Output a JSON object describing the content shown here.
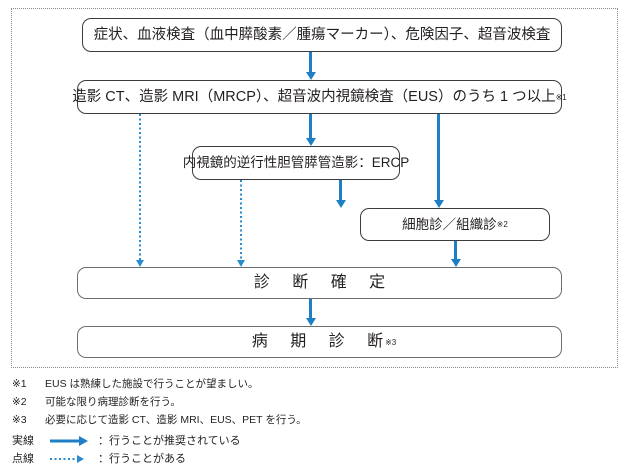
{
  "diagram": {
    "nodes": {
      "symptoms": "症状、血液検査（血中膵酸素／腫瘍マーカー）、危険因子、超音波検査",
      "imaging": "造影 CT、造影 MRI（MRCP）、超音波内視鏡検査（EUS）のうち 1 つ以上",
      "imaging_note": "※1",
      "ercp": "内視鏡的逆行性胆管膵管造影：ERCP",
      "cytology": "細胞診／組織診",
      "cytology_note": "※2",
      "diagnosis": "診 断 確 定",
      "staging": "病 期 診 断",
      "staging_note": "※3"
    },
    "colors": {
      "arrow_solid": "#1f7fc4",
      "arrow_dotted": "#2a8bd0",
      "box_border": "#3d3d3d",
      "frame_border": "#8a8a8a"
    }
  },
  "footnotes": [
    {
      "mark": "※1",
      "text": "EUS は熟練した施設で行うことが望ましい。"
    },
    {
      "mark": "※2",
      "text": "可能な限り病理診断を行う。"
    },
    {
      "mark": "※3",
      "text": "必要に応じて造影 CT、造影 MRI、EUS、PET を行う。"
    }
  ],
  "legend": [
    {
      "label": "実線",
      "style": "solid",
      "text": "：行うことが推奨されている"
    },
    {
      "label": "点線",
      "style": "dotted",
      "text": "：行うことがある"
    }
  ]
}
